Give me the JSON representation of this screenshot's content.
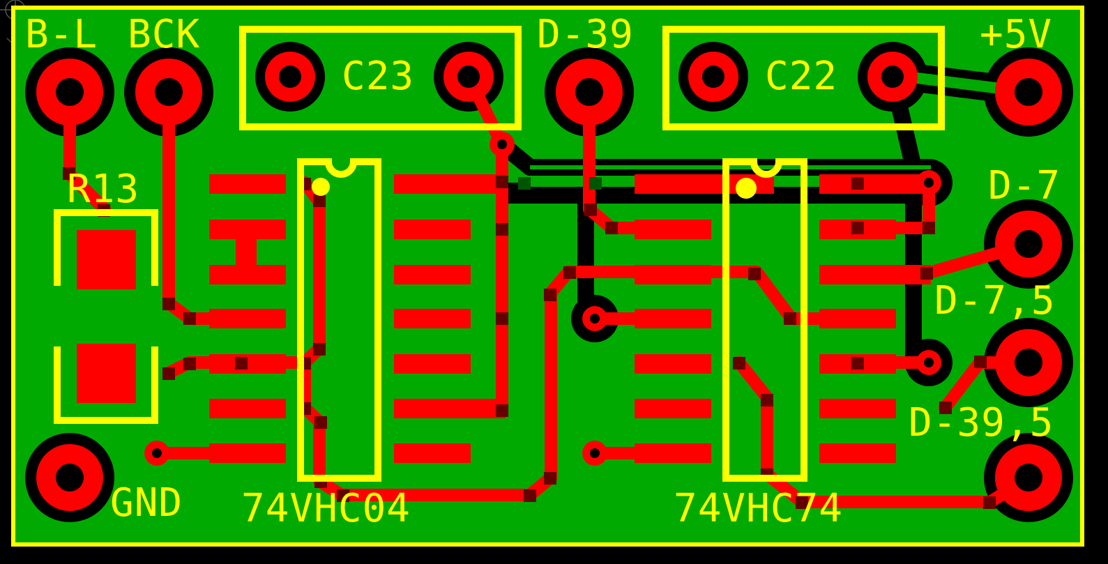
{
  "colors": {
    "background": "#000000",
    "board": "#00aa00",
    "copper": "#ff0000",
    "silkscreen": "#ffff00",
    "via_marker": "#660000",
    "clearance": "#000000"
  },
  "labels": {
    "b_l": "B-L",
    "bck": "BCK",
    "r13": "R13",
    "gnd": "GND",
    "c23": "C23",
    "c22": "C22",
    "d39": "D-39",
    "plus5v": "+5V",
    "d7": "D-7",
    "d75": "D-7,5",
    "d395": "D-39,5",
    "u1": "74VHC04",
    "u2": "74VHC74"
  },
  "icons": {
    "origin": "crosshair-origin-icon"
  }
}
